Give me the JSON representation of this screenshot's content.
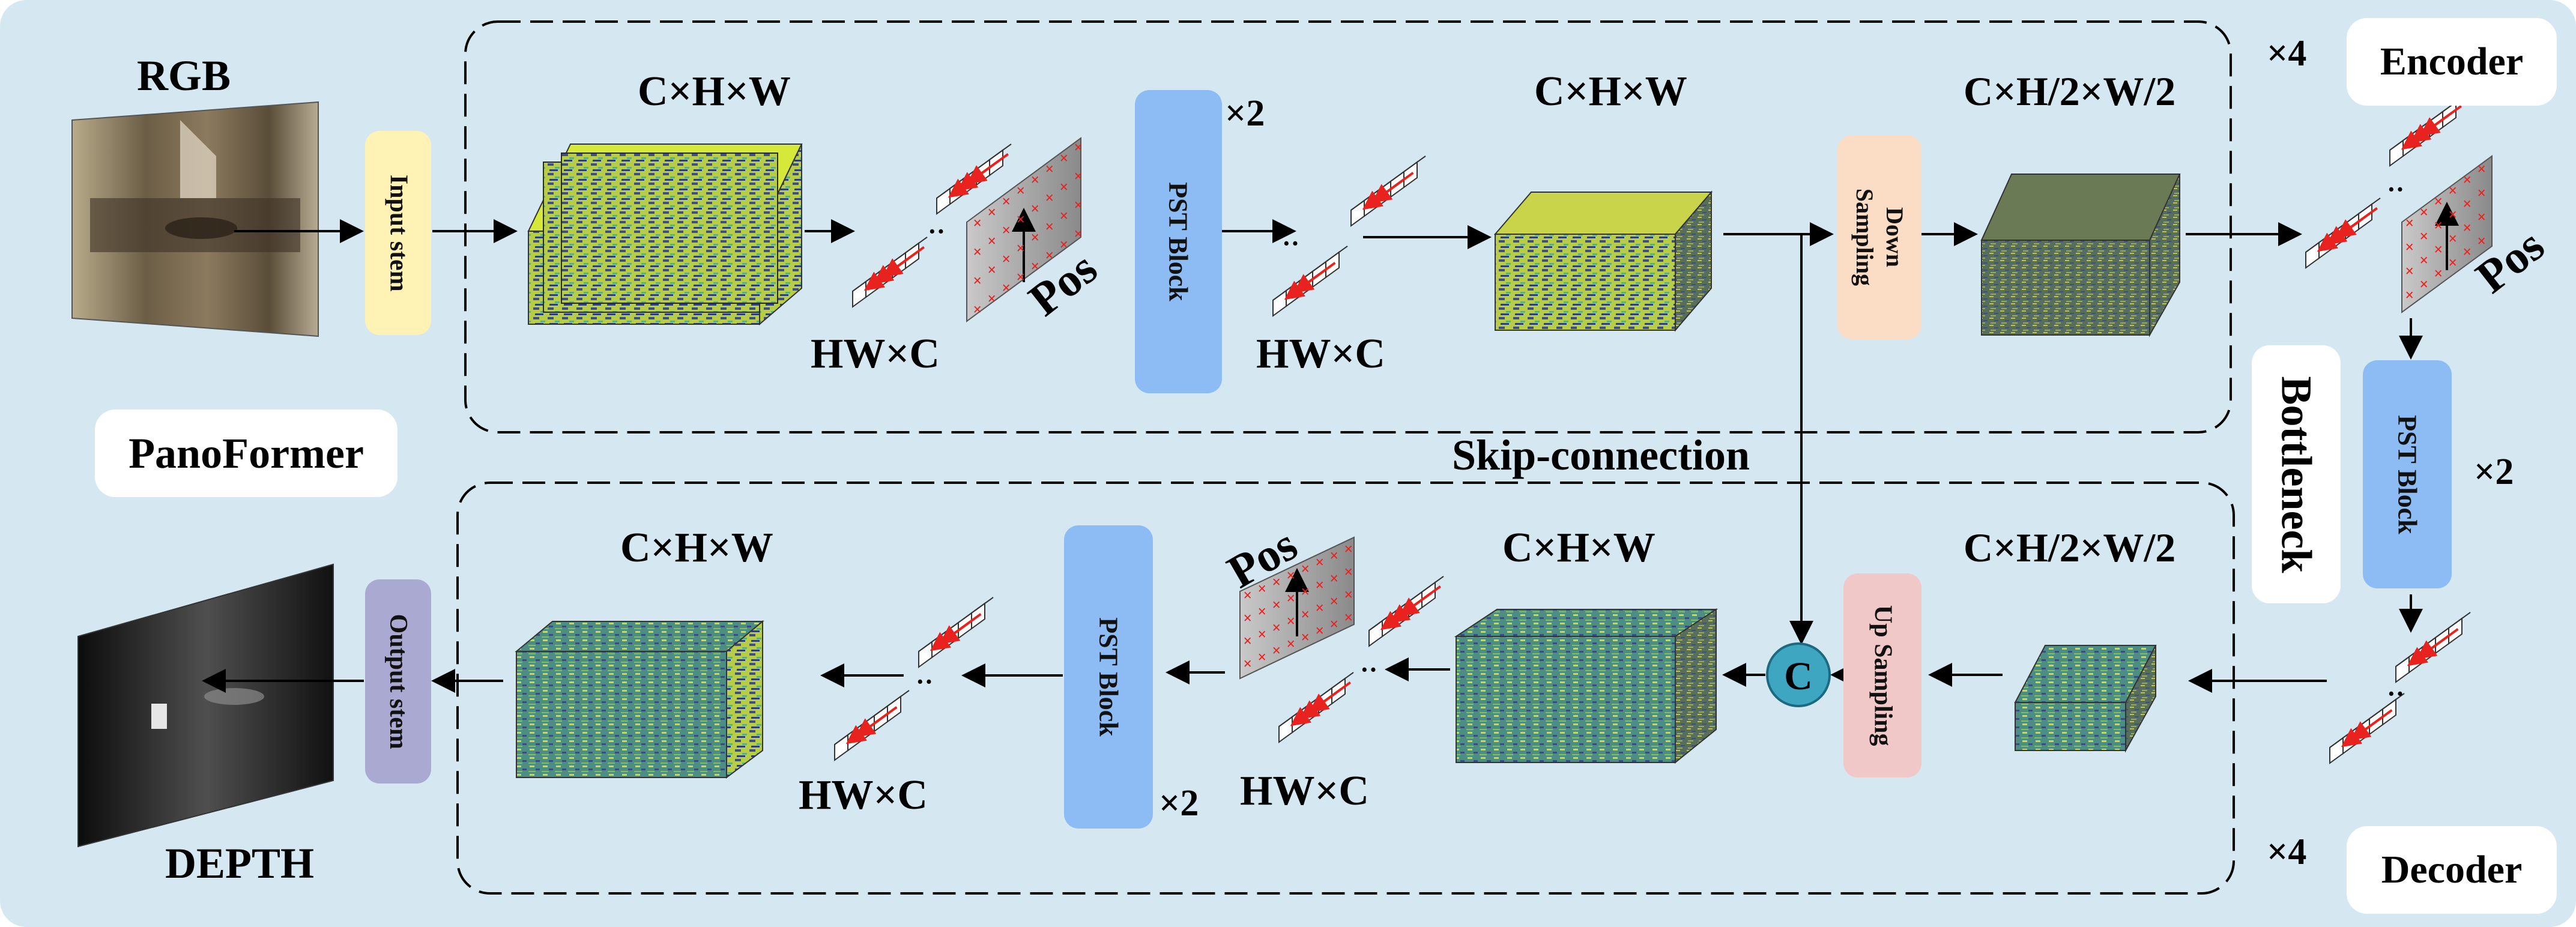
{
  "labels": {
    "rgb": "RGB",
    "depth": "DEPTH",
    "model_name": "PanoFormer",
    "encoder": "Encoder",
    "decoder": "Decoder",
    "bottleneck": "Bottleneck",
    "skip_connection": "Skip-connection",
    "input_stem": "Input stem",
    "output_stem": "Output stem",
    "pst_block": "PST Block",
    "down_sampling_1": "Down",
    "down_sampling_2": "Sampling",
    "up_sampling": "Up Sampling",
    "concat": "C",
    "pos": "Pos",
    "dim_full": "C×H×W",
    "dim_half": "C×H/2×W/2",
    "tokens": "HW×C",
    "times_two": "×2",
    "times_four": "×4"
  },
  "colors": {
    "background": "#d5e8f1",
    "input_stem": "#fef3b4",
    "output_stem": "#a9a9d1",
    "pst_block": "#8cbcf3",
    "down_sampling": "#fbdcc4",
    "up_sampling": "#efc8c7",
    "concat_circle": "#3fa6c2",
    "arrow_red": "#e8221e",
    "feature_yellow": "#d6e83a",
    "feature_blue": "#3c4f8a",
    "feature_green": "#4f9a7c"
  }
}
